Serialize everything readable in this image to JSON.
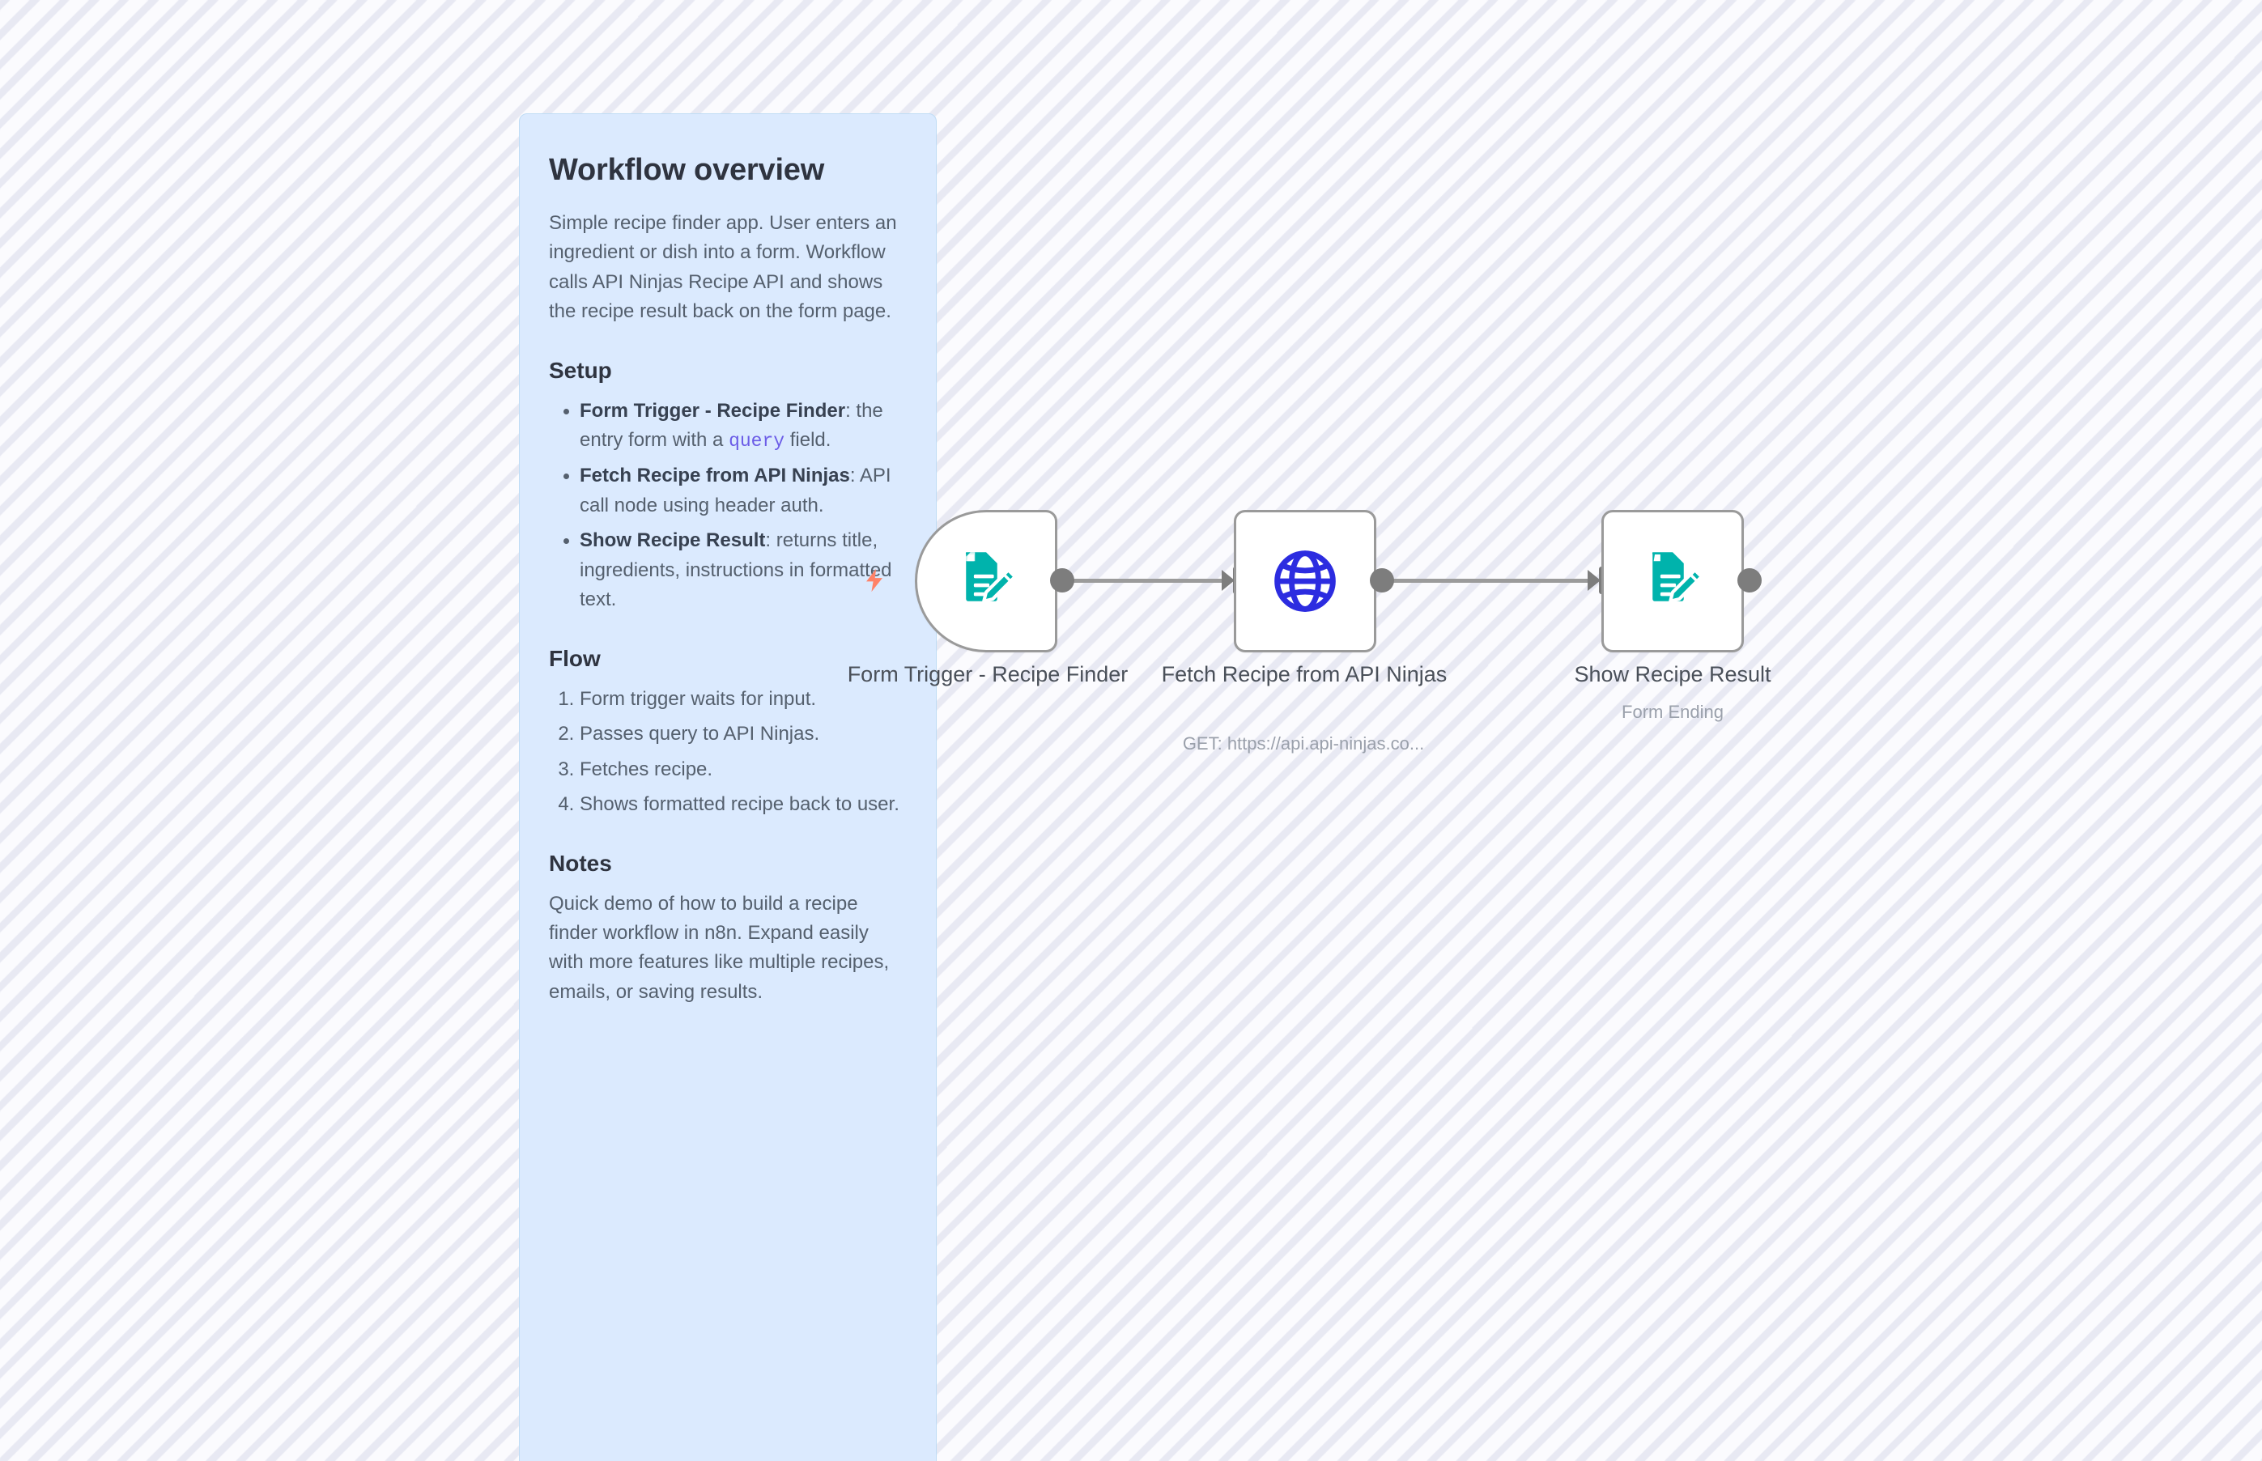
{
  "canvas": {
    "background_color": "#f7f7fb",
    "stripe_color": "#e8e9f3"
  },
  "sticky_note": {
    "background_color": "#dbeafe",
    "border_color": "#bfdcf5",
    "title": "Workflow overview",
    "intro": "Simple recipe finder app. User enters an ingredient or dish into a form. Workflow calls API Ninjas Recipe API and shows the recipe result back on the form page.",
    "setup_heading": "Setup",
    "setup_items": [
      {
        "bold": "Form Trigger - Recipe Finder",
        "rest_before_code": ": the entry form with a ",
        "code": "query",
        "rest_after_code": " field."
      },
      {
        "bold": "Fetch Recipe from API Ninjas",
        "rest_before_code": ": API call node using header auth.",
        "code": "",
        "rest_after_code": ""
      },
      {
        "bold": "Show Recipe Result",
        "rest_before_code": ": returns title, ingredients, instructions in formatted text.",
        "code": "",
        "rest_after_code": ""
      }
    ],
    "flow_heading": "Flow",
    "flow_items": [
      "Form trigger waits for input.",
      "Passes query to API Ninjas.",
      "Fetches recipe.",
      "Shows formatted recipe back to user."
    ],
    "notes_heading": "Notes",
    "notes_text": "Quick demo of how to build a recipe finder workflow in n8n. Expand easily with more features like multiple recipes, emails, or saving results."
  },
  "workflow": {
    "nodes": [
      {
        "id": "form-trigger",
        "label": "Form Trigger - Recipe Finder",
        "subtitle": "",
        "icon": "form-document-pencil-icon",
        "icon_color": "#00b3ac",
        "shape": "trigger"
      },
      {
        "id": "fetch-recipe",
        "label": "Fetch Recipe from API Ninjas",
        "subtitle": "GET: https://api.api-ninjas.co...",
        "icon": "globe-icon",
        "icon_color": "#2c2ce0",
        "shape": "rounded-square"
      },
      {
        "id": "show-recipe-result",
        "label": "Show Recipe Result",
        "subtitle": "Form Ending",
        "icon": "form-document-pencil-icon",
        "icon_color": "#00b3ac",
        "shape": "rounded-square"
      }
    ],
    "connections": [
      {
        "from": "form-trigger",
        "to": "fetch-recipe"
      },
      {
        "from": "fetch-recipe",
        "to": "show-recipe-result"
      }
    ],
    "trigger_badge": {
      "icon": "lightning-bolt-icon",
      "color": "#ff8268"
    }
  }
}
